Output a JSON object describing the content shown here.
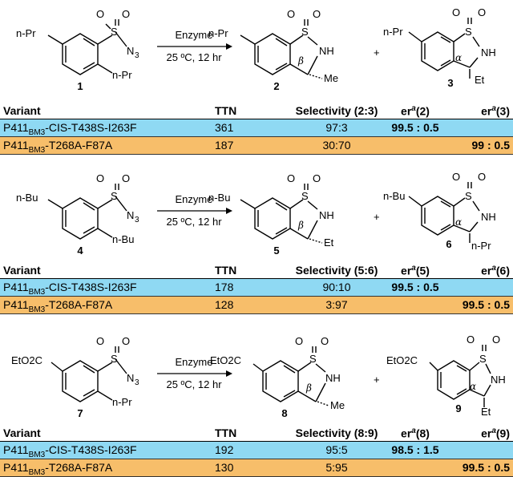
{
  "schemes": [
    {
      "substrate": {
        "sub1": "n-Pr",
        "sub2": "n-Pr",
        "label": "1"
      },
      "reagent": "Enzyme",
      "conditions": "25 ºC, 12 hr",
      "product_a": {
        "sub1": "n-Pr",
        "sub2": "Me",
        "label": "2"
      },
      "product_b": {
        "sub1": "n-Pr",
        "sub2": "Et",
        "label": "3"
      }
    },
    {
      "substrate": {
        "sub1": "n-Bu",
        "sub2": "n-Bu",
        "label": "4"
      },
      "reagent": "Enzyme",
      "conditions": "25 ºC, 12 hr",
      "product_a": {
        "sub1": "n-Bu",
        "sub2": "Et",
        "label": "5"
      },
      "product_b": {
        "sub1": "n-Bu",
        "sub2": "n-Pr",
        "label": "6"
      }
    },
    {
      "substrate": {
        "sub1": "EtO2C",
        "sub2": "n-Pr",
        "label": "7"
      },
      "reagent": "Enzyme",
      "conditions": "25 ºC, 12 hr",
      "product_a": {
        "sub1": "EtO2C",
        "sub2": "Me",
        "label": "8"
      },
      "product_b": {
        "sub1": "EtO2C",
        "sub2": "Et",
        "label": "9"
      }
    }
  ],
  "common": {
    "sulfonyl_S": "S",
    "sulfonyl_O": "O",
    "azide": "N",
    "azide_sub": "3",
    "nh": "NH",
    "beta": "β",
    "alpha": "α",
    "plus": "+"
  },
  "tables": [
    {
      "headers": {
        "variant": "Variant",
        "ttn": "TTN",
        "selectivity": "Selectivity (2:3)",
        "er1": "(2)",
        "er2": "(3)"
      },
      "rows": [
        {
          "variant_pre": "P411",
          "variant_sub": "BM3",
          "variant_post": "-CIS-T438S-I263F",
          "ttn": "361",
          "selectivity": "97:3",
          "er1": "99.5 : 0.5",
          "er2": ""
        },
        {
          "variant_pre": "P411",
          "variant_sub": "BM3",
          "variant_post": "-T268A-F87A",
          "ttn": "187",
          "selectivity": "30:70",
          "er1": "",
          "er2": "99 : 0.5"
        }
      ]
    },
    {
      "headers": {
        "variant": "Variant",
        "ttn": "TTN",
        "selectivity": "Selectivity (5:6)",
        "er1": "(5)",
        "er2": "(6)"
      },
      "rows": [
        {
          "variant_pre": "P411",
          "variant_sub": "BM3",
          "variant_post": "-CIS-T438S-I263F",
          "ttn": "178",
          "selectivity": "90:10",
          "er1": "99.5 : 0.5",
          "er2": ""
        },
        {
          "variant_pre": "P411",
          "variant_sub": "BM3",
          "variant_post": "-T268A-F87A",
          "ttn": "128",
          "selectivity": "3:97",
          "er1": "",
          "er2": "99.5 : 0.5"
        }
      ]
    },
    {
      "headers": {
        "variant": "Variant",
        "ttn": "TTN",
        "selectivity": "Selectivity (8:9)",
        "er1": "(8)",
        "er2": "(9)"
      },
      "rows": [
        {
          "variant_pre": "P411",
          "variant_sub": "BM3",
          "variant_post": "-CIS-T438S-I263F",
          "ttn": "192",
          "selectivity": "95:5",
          "er1": "98.5 : 1.5",
          "er2": ""
        },
        {
          "variant_pre": "P411",
          "variant_sub": "BM3",
          "variant_post": "-T268A-F87A",
          "ttn": "130",
          "selectivity": "5:95",
          "er1": "",
          "er2": "99.5 : 0.5"
        }
      ]
    }
  ],
  "er_prefix": "er",
  "er_sup": "a",
  "colors": {
    "row_blue": "#8fd9f3",
    "row_orange": "#f7be6a"
  }
}
